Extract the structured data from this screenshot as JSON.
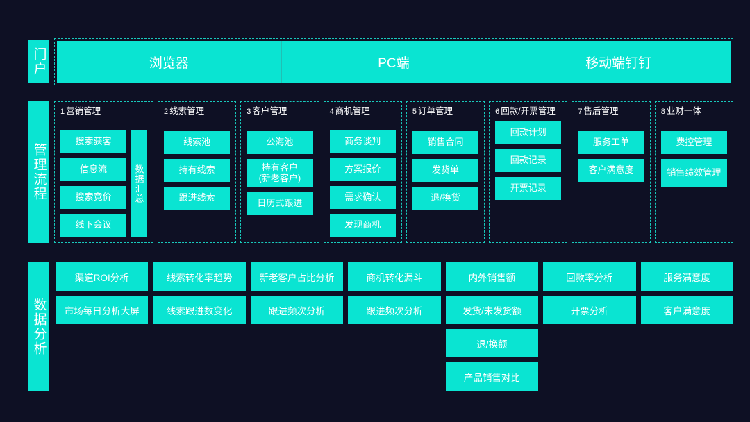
{
  "theme": {
    "background": "#0e1024",
    "accent": "#0ae4d2",
    "dashed_border": "#18c9bb",
    "text": "#ffffff"
  },
  "rails": {
    "portal": "门户",
    "flow": "管理流程",
    "analysis": "数据分析"
  },
  "portal": {
    "cells": [
      {
        "label": "浏览器"
      },
      {
        "label": "PC端"
      },
      {
        "label": "移动端钉钉"
      }
    ]
  },
  "flow": {
    "columns": [
      {
        "num": "1",
        "title": "营销管理",
        "items": [
          "搜索获客",
          "信息流",
          "搜索竞价",
          "线下会议"
        ],
        "side_label": "数据汇总"
      },
      {
        "num": "2",
        "title": "线索管理",
        "items": [
          "线索池",
          "持有线索",
          "跟进线索"
        ],
        "side_label": ""
      },
      {
        "num": "3",
        "title": "客户管理",
        "items": [
          "公海池",
          "持有客户\n(新老客户)",
          "日历式跟进"
        ],
        "side_label": ""
      },
      {
        "num": "4",
        "title": "商机管理",
        "items": [
          "商务谈判",
          "方案报价",
          "需求确认",
          "发现商机"
        ],
        "side_label": ""
      },
      {
        "num": "5",
        "title": "订单管理",
        "items": [
          "销售合同",
          "发货单",
          "退/换货"
        ],
        "side_label": ""
      },
      {
        "num": "6",
        "title": "回款/开票管理",
        "items": [
          "回款计划",
          "回款记录",
          "开票记录"
        ],
        "side_label": ""
      },
      {
        "num": "7",
        "title": "售后管理",
        "items": [
          "服务工单",
          "客户满意度"
        ],
        "side_label": ""
      },
      {
        "num": "8",
        "title": "业财一体",
        "items": [
          "费控管理",
          "销售绩效管理"
        ],
        "side_label": ""
      }
    ]
  },
  "analysis": {
    "columns": [
      {
        "items": [
          "渠道ROI分析",
          "市场每日分析大屏"
        ]
      },
      {
        "items": [
          "线索转化率趋势",
          "线索跟进数变化"
        ]
      },
      {
        "items": [
          "新老客户占比分析",
          "跟进频次分析"
        ]
      },
      {
        "items": [
          "商机转化漏斗",
          "跟进频次分析"
        ]
      },
      {
        "items": [
          "内外销售额",
          "发货/未发货额",
          "退/换额",
          "产品销售对比"
        ]
      },
      {
        "items": [
          "回款率分析",
          "开票分析"
        ]
      },
      {
        "items": [
          "服务满意度",
          "客户满意度"
        ]
      }
    ]
  }
}
